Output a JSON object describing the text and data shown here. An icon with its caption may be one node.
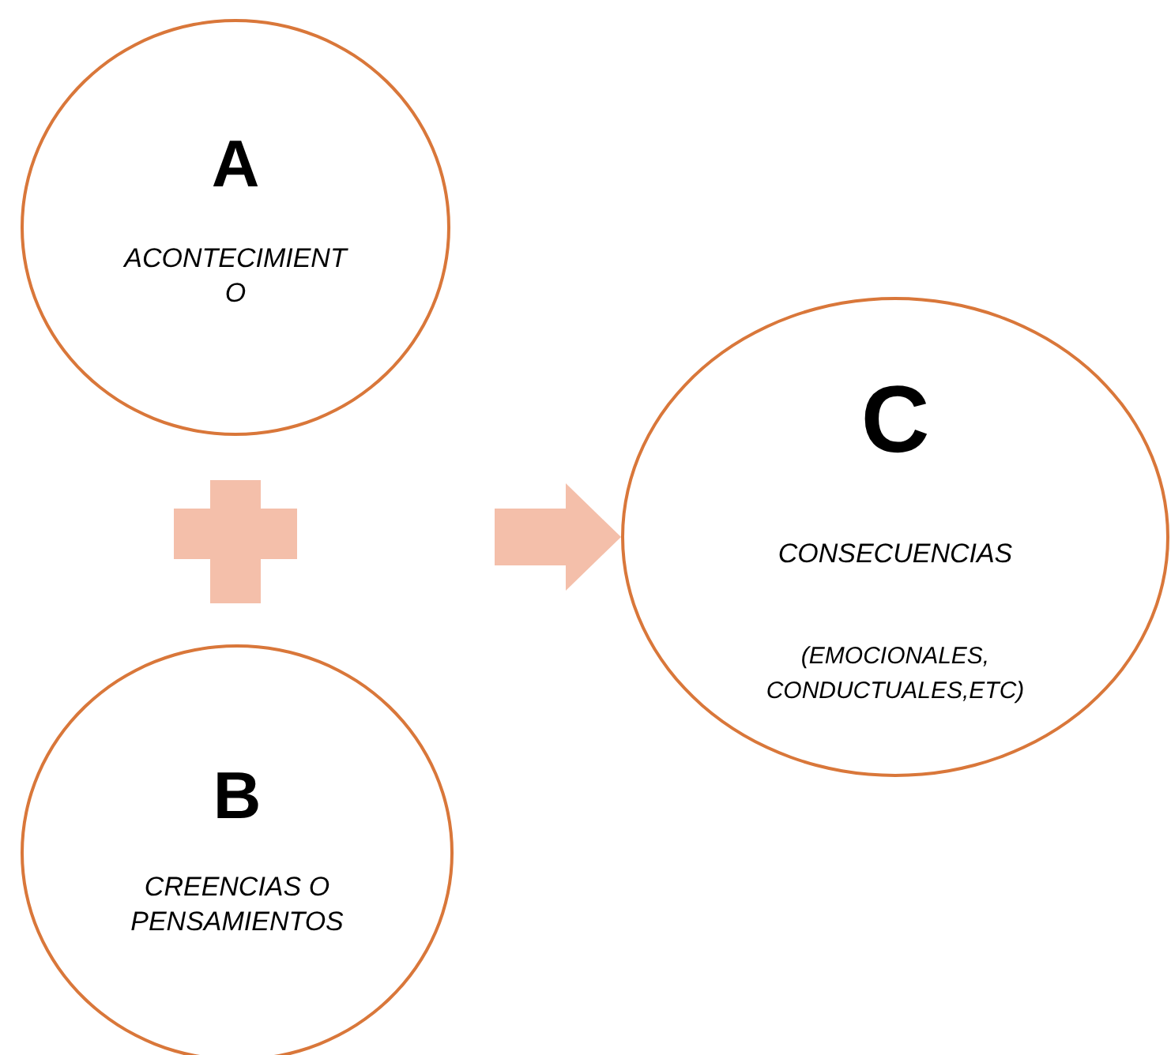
{
  "diagram": {
    "nodes": [
      {
        "text": [
          "A",
          "ACONTECIMIENTO"
        ]
      },
      {
        "text": [
          "B",
          "CREENCIAS O PENSAMIENTOS"
        ]
      },
      {
        "text": [
          "C",
          "CONSECUENCIAS",
          "(EMOCIONALES, CONDUCTUALES,ETC)"
        ]
      }
    ],
    "edges": [
      {
        "from": null,
        "to": 2,
        "arrow": "to"
      }
    ]
  }
}
